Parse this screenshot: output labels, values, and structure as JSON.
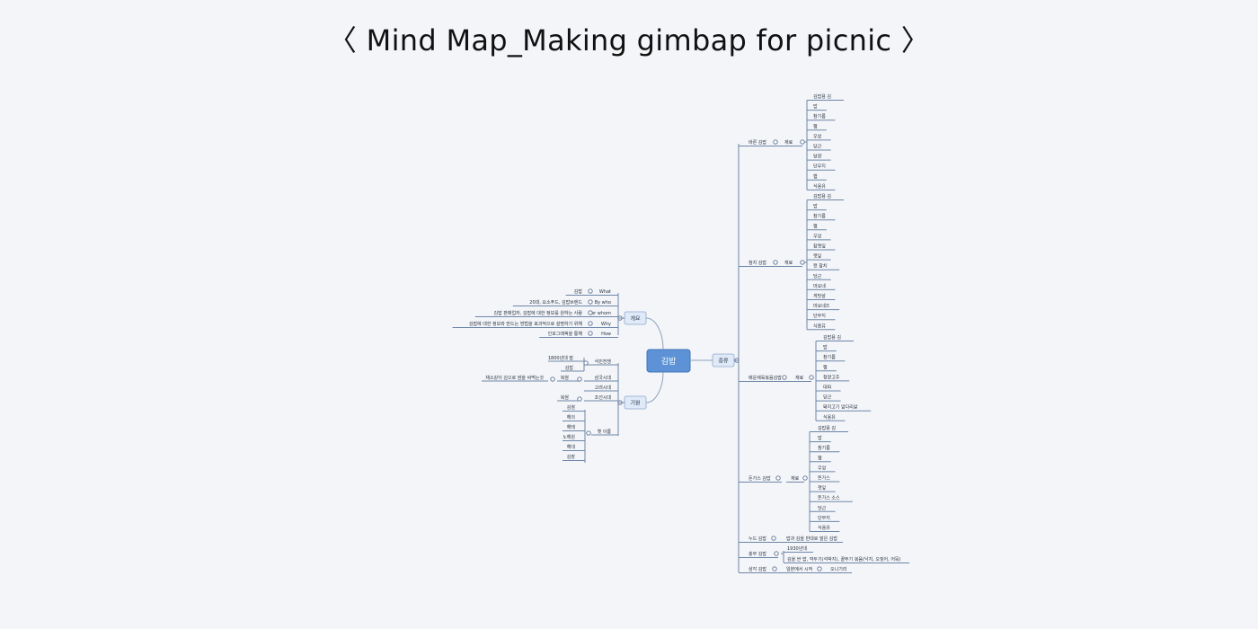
{
  "title": "〈 Mind Map_Making gimbap for picnic 〉",
  "root": "김밥",
  "branches": {
    "overview": "개요",
    "origin": "기원",
    "types": "종류"
  },
  "overview_items": [
    {
      "key": "What",
      "value": "김밥"
    },
    {
      "key": "By who",
      "value": "20대, 요소푸드, 김밥브랜드"
    },
    {
      "key": "For whom",
      "value": "김밥 판매업자, 김밥에 대한 정보를 원하는 사람"
    },
    {
      "key": "Why",
      "value": "김밥에 대한 정보와 만드는 방법을 효과적으로 설명하기 위해"
    },
    {
      "key": "How",
      "value": "인포그래픽을 통해"
    }
  ],
  "origin": {
    "japan_colonial": "식민전쟁",
    "japan_items": [
      "1800년대 말",
      "김밥"
    ],
    "three_kingdoms": "삼국시대",
    "three_kingdoms_child": "복쌈",
    "three_kingdoms_leaf": "채소같이 김으로 쌈을 싸먹는것",
    "goryeo": "고려시대",
    "joseon": "조선시대",
    "joseon_child": "복쌈",
    "old_names": "옛 이름",
    "old_name_items": [
      "김쌈",
      "해의",
      "해태",
      "노해원",
      "해대",
      "김장"
    ]
  },
  "types": [
    {
      "name": "바른 김밥",
      "label": "재료",
      "ingredients": [
        "김밥용 김",
        "밥",
        "참기름",
        "햄",
        "우엉",
        "당근",
        "달걀",
        "단무지",
        "햄",
        "식용유"
      ]
    },
    {
      "name": "참치 김밥",
      "label": "재료",
      "ingredients": [
        "김밥용 김",
        "밥",
        "참기름",
        "햄",
        "우엉",
        "참깻잎",
        "깻잎",
        "캔 참치",
        "당근",
        "마요네",
        "게맛살",
        "마요네즈",
        "단무지",
        "식용유"
      ]
    },
    {
      "name": "매운제육볶음김밥",
      "label": "재료",
      "ingredients": [
        "김밥용 김",
        "밥",
        "참기름",
        "햄",
        "청양고추",
        "대파",
        "당근",
        "돼지고기 앞다리살",
        "식용유"
      ]
    },
    {
      "name": "돈가스 김밥",
      "label": "재료",
      "ingredients": [
        "김밥용 김",
        "밥",
        "참기름",
        "햄",
        "우엉",
        "돈가스",
        "깻잎",
        "돈가스 소스",
        "당근",
        "단무지",
        "식용유"
      ]
    },
    {
      "name": "누드 김밥",
      "desc": "밥과 김을 반대로 말은 김밥"
    },
    {
      "name": "충무 김밥",
      "year": "1930년대",
      "desc": "김을 싼 밥, 깍두기(석박지), 꼴뚜기 볶음(낙지, 오징어, 어묵)"
    },
    {
      "name": "삼각 김밥",
      "origin": "일본에서 시작",
      "jp": "오니기리"
    }
  ],
  "colors": {
    "background": "#f3f5f9",
    "root_fill": "#5d93d6",
    "branch_fill": "#dfe9f7",
    "line": "#6e86a8"
  }
}
